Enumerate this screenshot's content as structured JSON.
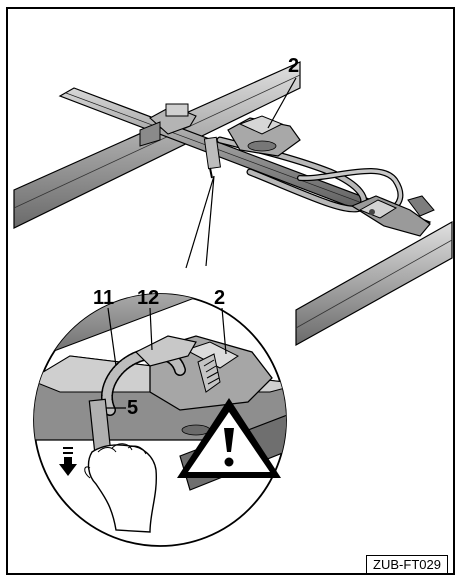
{
  "figure": {
    "callouts": {
      "top_part": "2",
      "detail_part": "2",
      "strap": "11",
      "ratchet_lever": "12",
      "strap_end": "5"
    },
    "figure_code": "ZUB-FT029",
    "icons": {
      "warning": "warning-triangle-icon",
      "arrow": "pull-down-arrow-icon",
      "hand": "hand-icon"
    },
    "colors": {
      "line": "#000000",
      "metal_light": "#c9c9c9",
      "metal_mid": "#9a9a9a",
      "metal_dark": "#555555",
      "warning_fill": "#ffffff"
    }
  }
}
